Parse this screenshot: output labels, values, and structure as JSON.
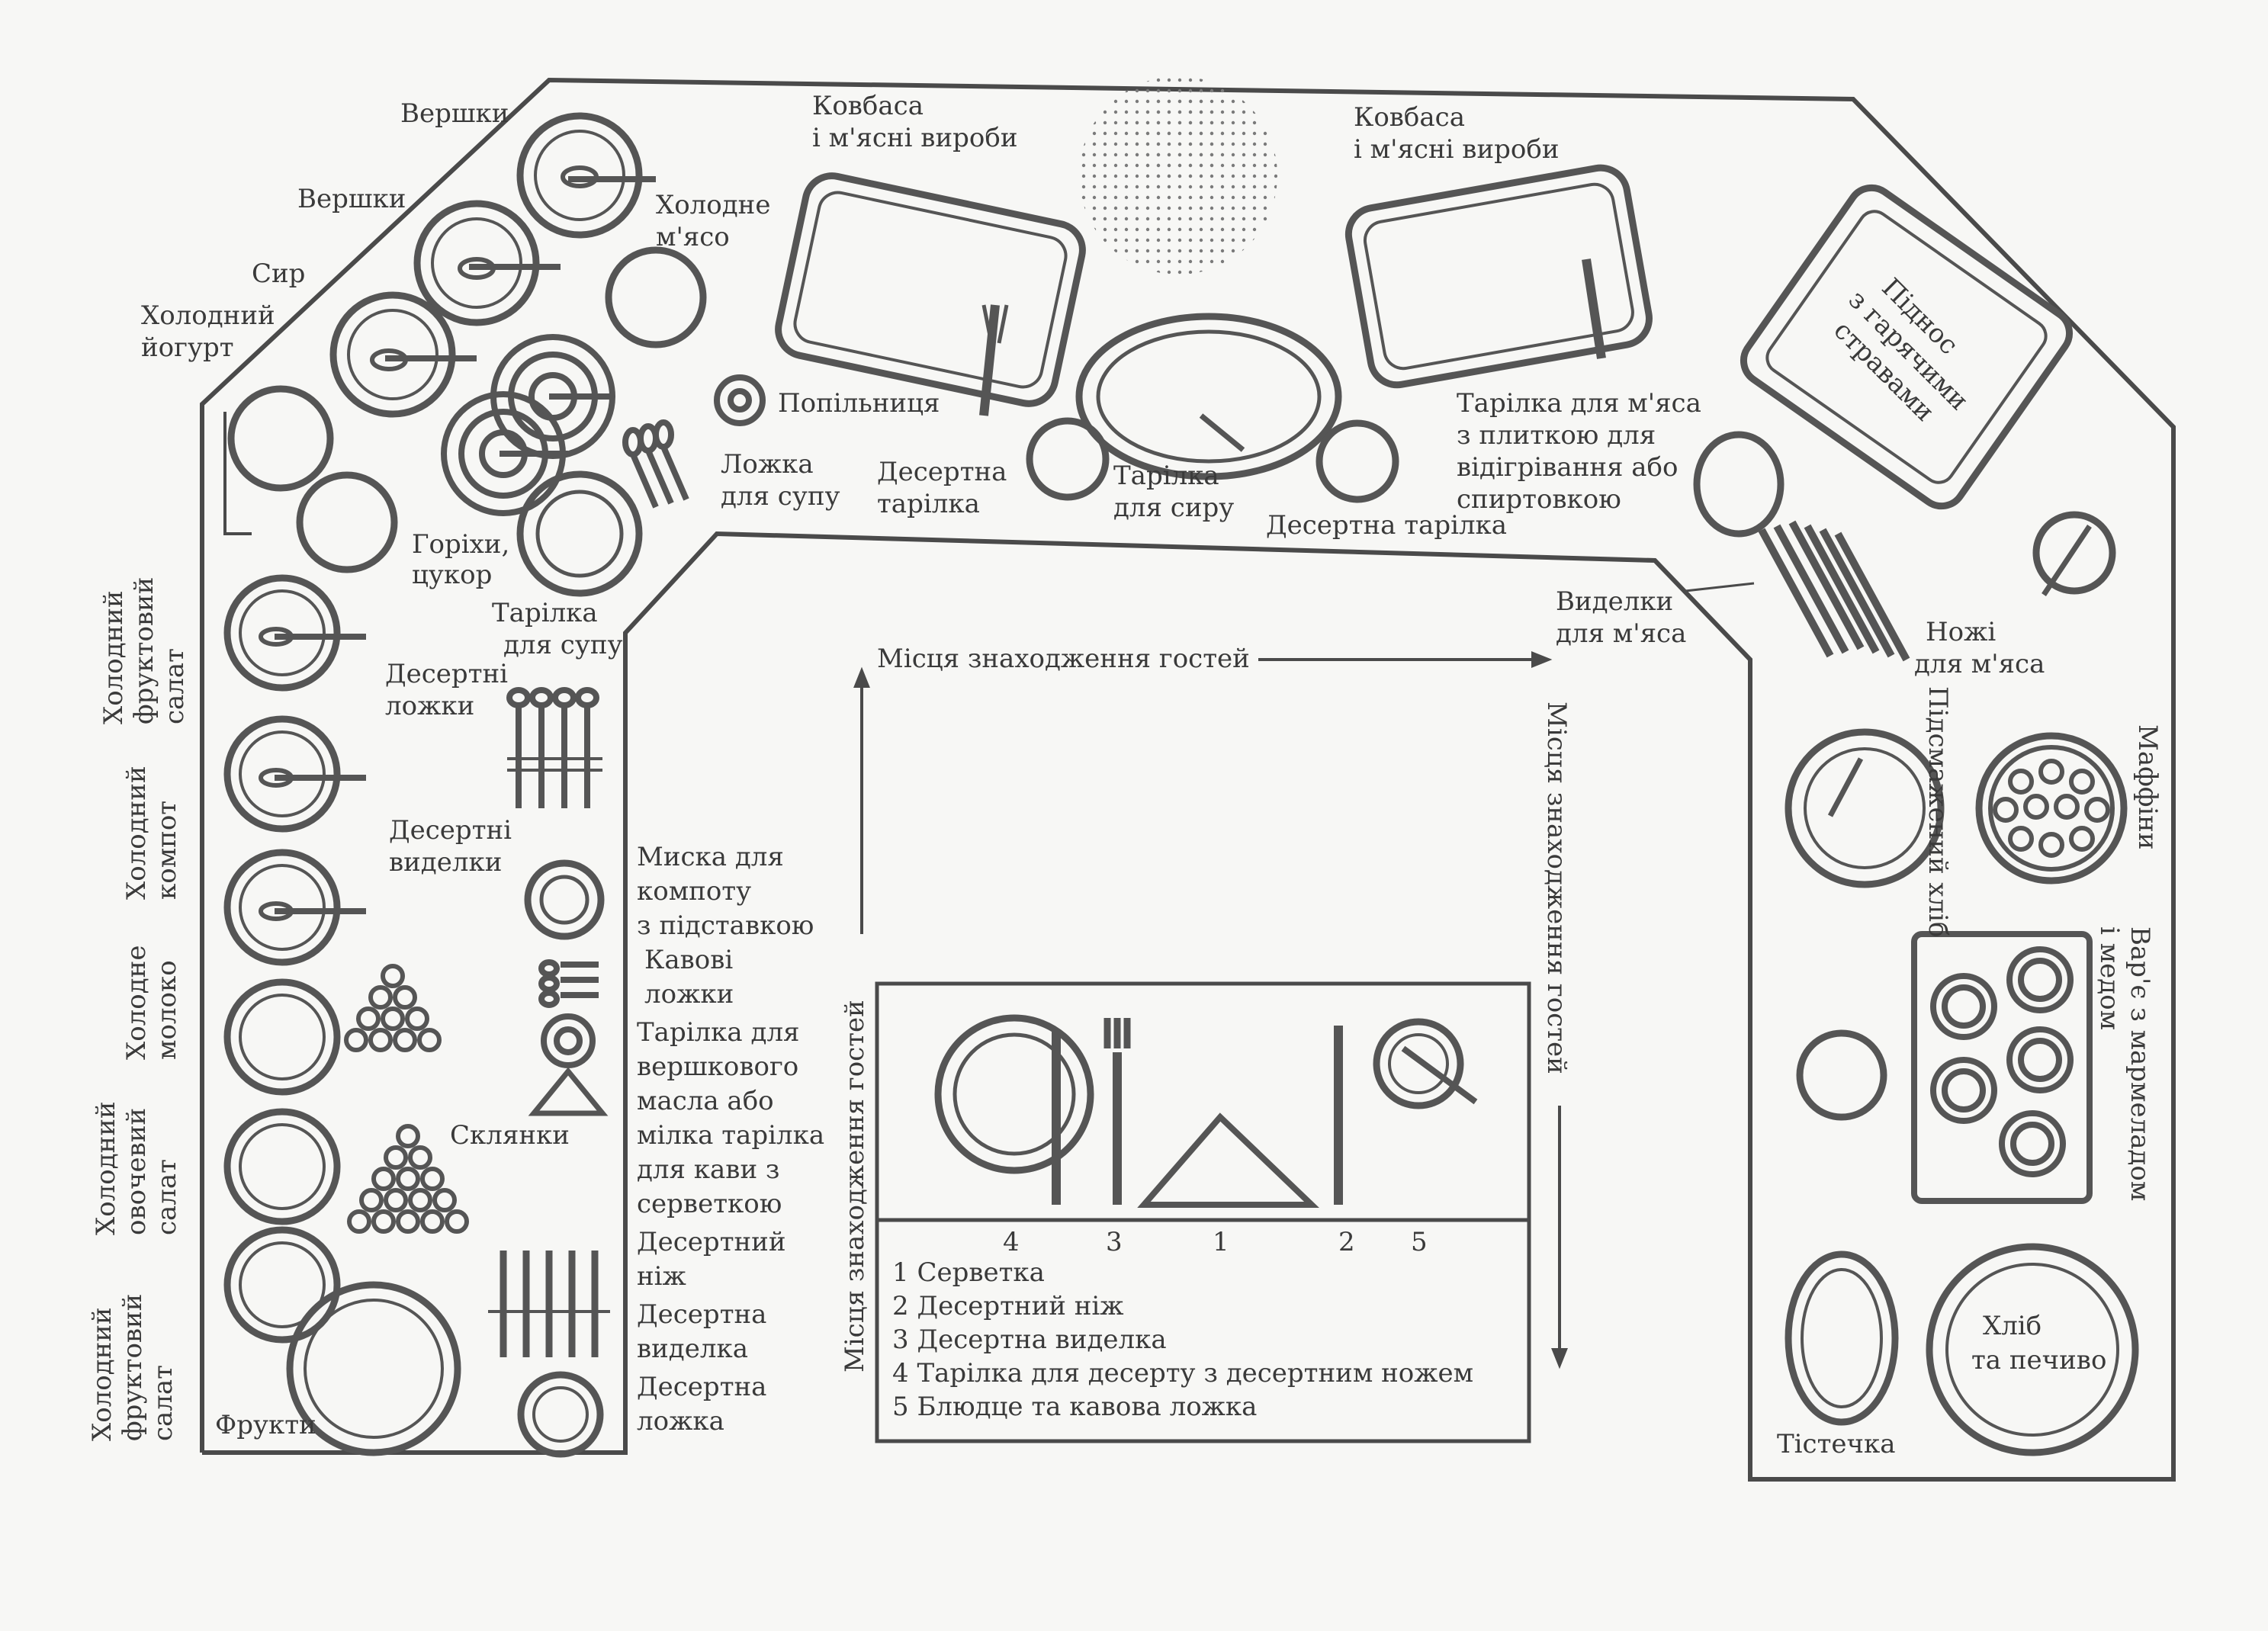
{
  "top": {
    "verzhky_1": "Вершки",
    "verzhky_2": "Вершки",
    "cheese": "Сир",
    "yogurt_1": "Холодний",
    "yogurt_2": "йогурт",
    "cold_meat_1": "Холодне",
    "cold_meat_2": "м'ясо",
    "sausage_left_1": "Ковбаса",
    "sausage_left_2": "і м'ясні вироби",
    "sausage_right_1": "Ковбаса",
    "sausage_right_2": "і м'ясні вироби",
    "pepper": "Попільниця",
    "soup_spoon_1": "Ложка",
    "soup_spoon_2": "для супу",
    "dessert_plate_1": "Десертна",
    "dessert_plate_2": "тарілка",
    "cheese_plate_1": "Тарілка",
    "cheese_plate_2": "для сиру",
    "dessert_plate_right": "Десертна тарілка",
    "meat_plate_1": "Тарілка для м'яса",
    "meat_plate_2": "з плиткою для",
    "meat_plate_3": "відігрівання або",
    "meat_plate_4": "спиртовкою",
    "tray_1": "Піднос",
    "tray_2": "з гарячими",
    "tray_3": "стравами",
    "nuts_1": "Горіхи,",
    "nuts_2": "цукор",
    "soup_plate_1": "Тарілка",
    "soup_plate_2": "для супу",
    "meat_forks_1": "Виделки",
    "meat_forks_2": "для м'яса",
    "meat_knives_1": "Ножі",
    "meat_knives_2": "для м'яса"
  },
  "left": {
    "fruit_salad_top_1": "Холодний",
    "fruit_salad_top_2": "фруктовий",
    "fruit_salad_top_3": "салат",
    "compote_1": "Холодний",
    "compote_2": "компот",
    "milk_1": "Холодне",
    "milk_2": "молоко",
    "veg_salad_1": "Холодний",
    "veg_salad_2": "овочевий",
    "veg_salad_3": "салат",
    "fruit_salad_bottom_1": "Холодний",
    "fruit_salad_bottom_2": "фруктовий",
    "fruit_salad_bottom_3": "салат",
    "fruit": "Фрукти",
    "dessert_spoons_1": "Десертні",
    "dessert_spoons_2": "ложки",
    "dessert_forks_1": "Десертні",
    "dessert_forks_2": "виделки",
    "glasses": "Склянки",
    "compote_bowl_1": "Миска для",
    "compote_bowl_2": "компоту",
    "compote_bowl_3": "з підставкою",
    "coffee_spoons_1": "Кавові",
    "coffee_spoons_2": "ложки",
    "butter_plate_1": "Тарілка для",
    "butter_plate_2": "вершкового",
    "butter_plate_3": "масла або",
    "butter_plate_4": "мілка тарілка",
    "butter_plate_5": "для кави з",
    "butter_plate_6": "серветкою",
    "dessert_knife_1": "Десертний",
    "dessert_knife_2": "ніж",
    "dessert_fork_1": "Десертна",
    "dessert_fork_2": "виделка",
    "dessert_spoon_1": "Десертна",
    "dessert_spoon_2": "ложка"
  },
  "right": {
    "smoked_bread": "Підсмажений хліб",
    "muffins": "Маффіни",
    "jam_1": "Вар'є з мармеладом",
    "jam_2": "і медом",
    "pie": "Тістечка",
    "bread_1": "Хліб",
    "bread_2": "та печиво"
  },
  "center": {
    "guests_top": "Місця знаходження гостей",
    "guests_right": "Місця знаходження гостей",
    "guests_left": "Місця знаходження гостей",
    "legend": [
      "1 Серветка",
      "2 Десертний ніж",
      "3 Десертна виделка",
      "4 Тарілка для десерту з десертним ножем",
      "5 Блюдце та кавова ложка"
    ],
    "num_4": "4",
    "num_3": "3",
    "num_1": "1",
    "num_2": "2",
    "num_5": "5"
  }
}
